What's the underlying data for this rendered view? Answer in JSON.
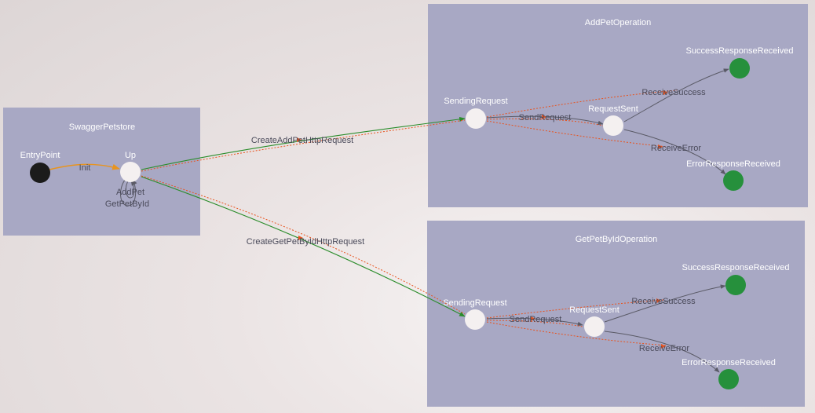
{
  "groups": {
    "swagger": {
      "title": "SwaggerPetstore"
    },
    "addpet": {
      "title": "AddPetOperation"
    },
    "getpet": {
      "title": "GetPetByIdOperation"
    }
  },
  "nodes": {
    "entry": "EntryPoint",
    "up": "Up",
    "add_sending": "SendingRequest",
    "add_sent": "RequestSent",
    "add_success": "SuccessResponseReceived",
    "add_error": "ErrorResponseReceived",
    "get_sending": "SendingRequest",
    "get_sent": "RequestSent",
    "get_success": "SuccessResponseReceived",
    "get_error": "ErrorResponseReceived"
  },
  "edges": {
    "init": "Init",
    "addpet_self": "AddPet",
    "getpetbyid_self": "GetPetById",
    "create_add": "CreateAddPetHttpRequest",
    "create_get": "CreateGetPetByIdHttpRequest",
    "add_send": "SendRequest",
    "add_recv_success": "ReceiveSuccess",
    "add_recv_error": "ReceiveError",
    "get_send": "SendRequest",
    "get_recv_success": "ReceiveSuccess",
    "get_recv_error": "ReceiveError"
  },
  "colors": {
    "group_fill": "#a8a8c4",
    "node_white": "#f4f0f0",
    "node_dark": "#1b1b1b",
    "node_green": "#26903c",
    "edge_green": "#2a8c2a",
    "edge_orange": "#e8941e",
    "edge_dotted": "#e8531e"
  }
}
